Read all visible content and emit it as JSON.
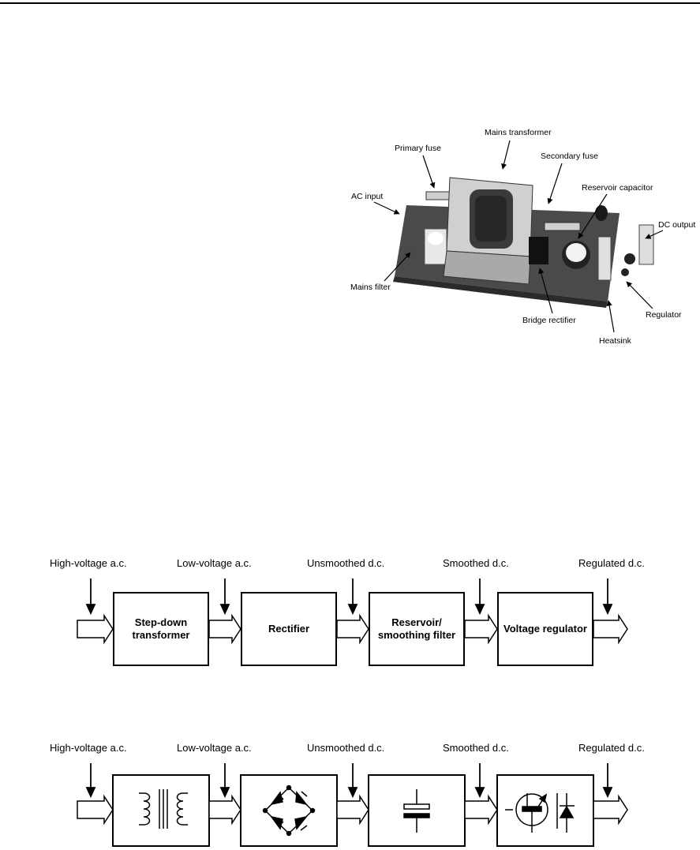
{
  "photo": {
    "labels": {
      "mains_transformer": "Mains transformer",
      "primary_fuse": "Primary fuse",
      "secondary_fuse": "Secondary fuse",
      "reservoir_capacitor": "Reservoir capacitor",
      "ac_input": "AC input",
      "dc_output": "DC output",
      "mains_filter": "Mains filter",
      "bridge_rectifier": "Bridge rectifier",
      "regulator": "Regulator",
      "heatsink": "Heatsink"
    }
  },
  "block_diagram": {
    "signals": [
      "High-voltage a.c.",
      "Low-voltage a.c.",
      "Unsmoothed d.c.",
      "Smoothed d.c.",
      "Regulated d.c."
    ],
    "blocks": {
      "step_down_transformer": "Step-down transformer",
      "rectifier": "Rectifier",
      "reservoir_filter": "Reservoir/ smoothing filter",
      "voltage_regulator": "Voltage regulator"
    }
  },
  "schematic_diagram": {
    "signals": [
      "High-voltage a.c.",
      "Low-voltage a.c.",
      "Unsmoothed d.c.",
      "Smoothed d.c.",
      "Regulated d.c."
    ]
  }
}
